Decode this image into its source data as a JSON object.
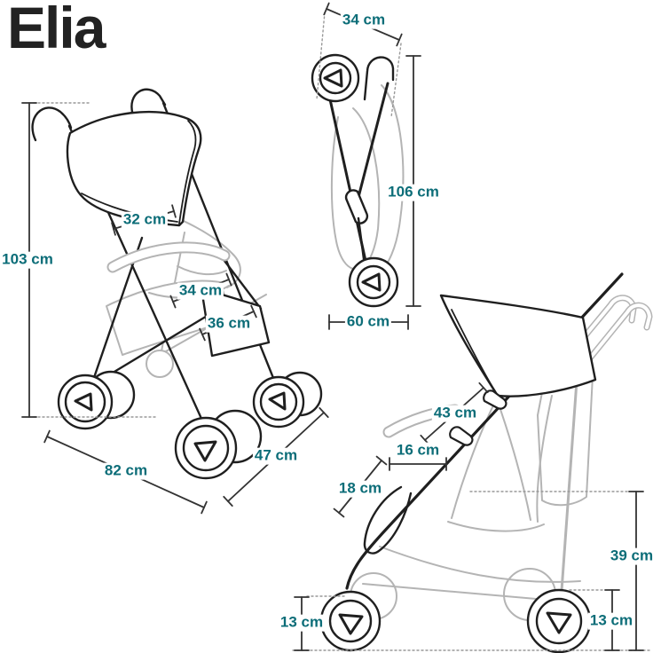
{
  "title": "Elia",
  "colors": {
    "dimension_text": "#0c6d78",
    "dark_line": "#1f1f1f",
    "light_line": "#b4b4b4",
    "title_text": "#222222"
  },
  "views": {
    "unfolded": {
      "name": "stroller unfolded three-quarter view",
      "dims": {
        "height": "103 cm",
        "backrest_width": "32 cm",
        "seat_width": "34 cm",
        "footrest_width": "36 cm",
        "length": "82 cm",
        "width": "47 cm"
      }
    },
    "folded": {
      "name": "stroller folded view",
      "dims": {
        "depth": "34 cm",
        "height": "106 cm",
        "width": "60 cm"
      }
    },
    "side": {
      "name": "stroller side view",
      "dims": {
        "seat_depth": "43 cm",
        "armrest_height": "16 cm",
        "seat_front_height": "18 cm",
        "seat_to_ground": "39 cm",
        "front_wheel": "13 cm",
        "rear_wheel": "13 cm"
      }
    }
  }
}
